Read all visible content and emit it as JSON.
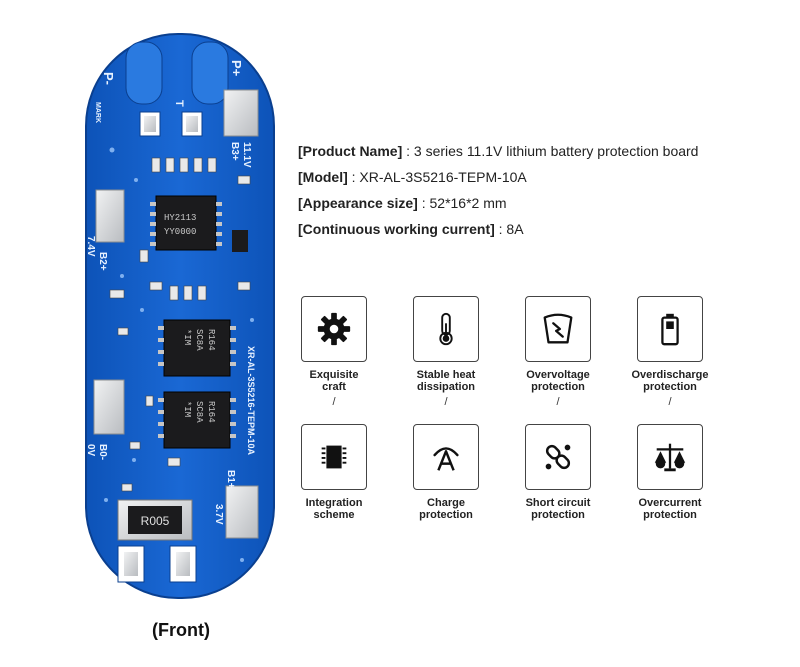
{
  "board": {
    "silk_p_minus": "P-",
    "silk_p_plus": "P+",
    "silk_mark": "MARK",
    "silk_t": "T",
    "silk_b3_top": "B3+",
    "silk_b3_voltage": "11.1V",
    "silk_b2": "B2+",
    "silk_b2_voltage": "7.4V",
    "silk_b0": "B0-",
    "silk_b0_voltage": "0V",
    "silk_b1": "B1+",
    "silk_b1_voltage": "3.7V",
    "silk_model": "XR-AL-3S5216-TEPM-10A",
    "chip_ic_line1": "HY2113",
    "chip_ic_line2": "YY0000",
    "mosfet_line1": "R164",
    "mosfet_line2": "SC8A",
    "mosfet_line3": "*IM",
    "resistor_label": "R005"
  },
  "caption": "(Front)",
  "specs": [
    {
      "label": "[Product Name]",
      "value": " : 3 series 11.1V lithium battery protection board"
    },
    {
      "label": "[Model]",
      "value": " : XR-AL-3S5216-TEPM-10A"
    },
    {
      "label": "[Appearance size]",
      "value": " : 52*16*2 mm"
    },
    {
      "label": "[Continuous working current]",
      "value": " : 8A"
    }
  ],
  "features": [
    {
      "icon": "gear-icon",
      "line1": "Exquisite",
      "line2": "craft",
      "slash": "/"
    },
    {
      "icon": "thermometer-icon",
      "line1": "Stable heat",
      "line2": "dissipation",
      "slash": "/"
    },
    {
      "icon": "voltage-shield-icon",
      "line1": "Overvoltage",
      "line2": "protection",
      "slash": "/"
    },
    {
      "icon": "battery-icon",
      "line1": "Overdischarge",
      "line2": "protection",
      "slash": "/"
    },
    {
      "icon": "chip-icon",
      "line1": "Integration",
      "line2": "scheme"
    },
    {
      "icon": "charge-arc-icon",
      "line1": "Charge",
      "line2": "protection"
    },
    {
      "icon": "short-circuit-icon",
      "line1": "Short circuit",
      "line2": "protection"
    },
    {
      "icon": "scales-icon",
      "line1": "Overcurrent",
      "line2": "protection"
    }
  ],
  "colors": {
    "pcb_blue": "#1560c9",
    "pcb_dark": "#0c4aa3",
    "pad_silver": "#d9dcdf",
    "chip_black": "#1b1b1d"
  }
}
